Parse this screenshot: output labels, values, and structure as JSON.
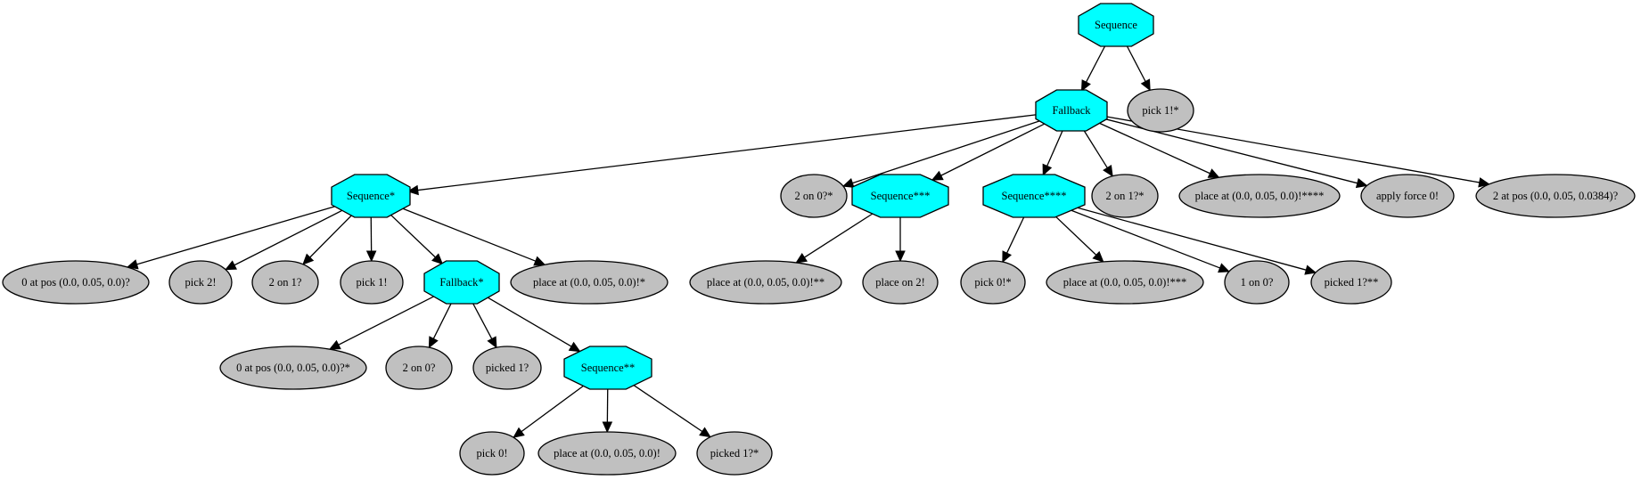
{
  "colors": {
    "control_node": "#00ffff",
    "condition_node": "#c0c0c0",
    "edge": "#000000"
  },
  "nodes": [
    {
      "id": "n0",
      "label": "Sequence",
      "kind": "control"
    },
    {
      "id": "n1",
      "label": "Fallback",
      "kind": "control"
    },
    {
      "id": "n2",
      "label": "pick 1!*",
      "kind": "leaf"
    },
    {
      "id": "n3",
      "label": "Sequence*",
      "kind": "control"
    },
    {
      "id": "n4",
      "label": "2 on 0?*",
      "kind": "leaf"
    },
    {
      "id": "n5",
      "label": "Sequence***",
      "kind": "control"
    },
    {
      "id": "n6",
      "label": "Sequence****",
      "kind": "control"
    },
    {
      "id": "n7",
      "label": "2 on 1?*",
      "kind": "leaf"
    },
    {
      "id": "n8",
      "label": "place at (0.0, 0.05, 0.0)!****",
      "kind": "leaf"
    },
    {
      "id": "n9",
      "label": "apply force 0!",
      "kind": "leaf"
    },
    {
      "id": "n10",
      "label": "2 at pos (0.0, 0.05, 0.0384)?",
      "kind": "leaf"
    },
    {
      "id": "n11",
      "label": "0 at pos (0.0, 0.05, 0.0)?",
      "kind": "leaf"
    },
    {
      "id": "n12",
      "label": "pick 2!",
      "kind": "leaf"
    },
    {
      "id": "n13",
      "label": "2 on 1?",
      "kind": "leaf"
    },
    {
      "id": "n14",
      "label": "pick 1!",
      "kind": "leaf"
    },
    {
      "id": "n15",
      "label": "Fallback*",
      "kind": "control"
    },
    {
      "id": "n16",
      "label": "place at (0.0, 0.05, 0.0)!*",
      "kind": "leaf"
    },
    {
      "id": "n17",
      "label": "place at (0.0, 0.05, 0.0)!**",
      "kind": "leaf"
    },
    {
      "id": "n18",
      "label": "place on 2!",
      "kind": "leaf"
    },
    {
      "id": "n19",
      "label": "pick 0!*",
      "kind": "leaf"
    },
    {
      "id": "n20",
      "label": "place at (0.0, 0.05, 0.0)!***",
      "kind": "leaf"
    },
    {
      "id": "n21",
      "label": "1 on 0?",
      "kind": "leaf"
    },
    {
      "id": "n22",
      "label": "picked 1?**",
      "kind": "leaf"
    },
    {
      "id": "n23",
      "label": "0 at pos (0.0, 0.05, 0.0)?*",
      "kind": "leaf"
    },
    {
      "id": "n24",
      "label": "2 on 0?",
      "kind": "leaf"
    },
    {
      "id": "n25",
      "label": "picked 1?",
      "kind": "leaf"
    },
    {
      "id": "n26",
      "label": "Sequence**",
      "kind": "control"
    },
    {
      "id": "n27",
      "label": "pick 0!",
      "kind": "leaf"
    },
    {
      "id": "n28",
      "label": "place at (0.0, 0.05, 0.0)!",
      "kind": "leaf"
    },
    {
      "id": "n29",
      "label": "picked 1?*",
      "kind": "leaf"
    }
  ],
  "edges": [
    [
      "n0",
      "n1"
    ],
    [
      "n0",
      "n2"
    ],
    [
      "n1",
      "n3"
    ],
    [
      "n1",
      "n4"
    ],
    [
      "n1",
      "n5"
    ],
    [
      "n1",
      "n6"
    ],
    [
      "n1",
      "n7"
    ],
    [
      "n1",
      "n8"
    ],
    [
      "n1",
      "n9"
    ],
    [
      "n1",
      "n10"
    ],
    [
      "n3",
      "n11"
    ],
    [
      "n3",
      "n12"
    ],
    [
      "n3",
      "n13"
    ],
    [
      "n3",
      "n14"
    ],
    [
      "n3",
      "n15"
    ],
    [
      "n3",
      "n16"
    ],
    [
      "n5",
      "n17"
    ],
    [
      "n5",
      "n18"
    ],
    [
      "n6",
      "n19"
    ],
    [
      "n6",
      "n20"
    ],
    [
      "n6",
      "n21"
    ],
    [
      "n6",
      "n22"
    ],
    [
      "n15",
      "n23"
    ],
    [
      "n15",
      "n24"
    ],
    [
      "n15",
      "n25"
    ],
    [
      "n15",
      "n26"
    ],
    [
      "n26",
      "n27"
    ],
    [
      "n26",
      "n28"
    ],
    [
      "n26",
      "n29"
    ]
  ]
}
